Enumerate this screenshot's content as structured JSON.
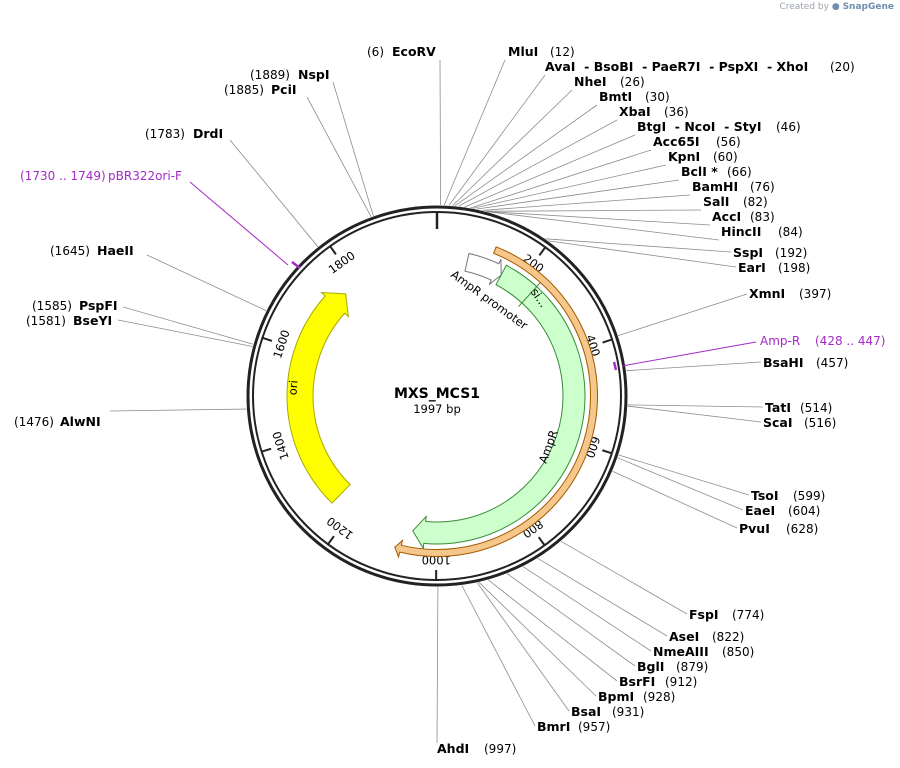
{
  "credit": {
    "prefix": "Created by",
    "brand": "SnapGene"
  },
  "plasmid": {
    "name": "MXS_MCS1",
    "length_label": "1997 bp",
    "length_bp": 1997
  },
  "ticks": [
    "200",
    "400",
    "600",
    "800",
    "1000",
    "1200",
    "1400",
    "1600",
    "1800"
  ],
  "features": [
    {
      "name": "ori",
      "color": "#ffff00",
      "stroke": "#a8a800"
    },
    {
      "name": "AmpR",
      "color": "#ccffcc",
      "stroke": "#3a8a3a"
    },
    {
      "name": "AmpR promoter",
      "color": "#ffffff",
      "stroke": "#777777"
    },
    {
      "name": "si...",
      "color": "#ccffcc",
      "stroke": "#3a8a3a"
    },
    {
      "name": "ORF",
      "color": "#f5c78a",
      "stroke": "#a55a00"
    }
  ],
  "primers": [
    {
      "name": "pBR322ori-F",
      "range": "(1730 .. 1749)",
      "color": "#a52ac7"
    },
    {
      "name": "Amp-R",
      "range": "(428 .. 447)",
      "color": "#a52ac7"
    }
  ],
  "sites_right": [
    {
      "name": "MluI",
      "pos": "(12)"
    },
    {
      "name": "AvaI  - BsoBI  - PaeR7I  - PspXI  - XhoI",
      "pos": "(20)"
    },
    {
      "name": "NheI",
      "pos": "(26)"
    },
    {
      "name": "BmtI",
      "pos": "(30)"
    },
    {
      "name": "XbaI",
      "pos": "(36)"
    },
    {
      "name": "BtgI  - NcoI  - StyI",
      "pos": "(46)"
    },
    {
      "name": "Acc65I",
      "pos": "(56)"
    },
    {
      "name": "KpnI",
      "pos": "(60)"
    },
    {
      "name": "BclI *",
      "pos": "(66)"
    },
    {
      "name": "BamHI",
      "pos": "(76)"
    },
    {
      "name": "SalI",
      "pos": "(82)"
    },
    {
      "name": "AccI",
      "pos": "(83)"
    },
    {
      "name": "HincII",
      "pos": "(84)"
    },
    {
      "name": "SspI",
      "pos": "(192)"
    },
    {
      "name": "EarI",
      "pos": "(198)"
    },
    {
      "name": "XmnI",
      "pos": "(397)"
    },
    {
      "name": "BsaHI",
      "pos": "(457)"
    },
    {
      "name": "TatI",
      "pos": "(514)"
    },
    {
      "name": "ScaI",
      "pos": "(516)"
    },
    {
      "name": "TsoI",
      "pos": "(599)"
    },
    {
      "name": "EaeI",
      "pos": "(604)"
    },
    {
      "name": "PvuI",
      "pos": "(628)"
    },
    {
      "name": "FspI",
      "pos": "(774)"
    },
    {
      "name": "AseI",
      "pos": "(822)"
    },
    {
      "name": "NmeAIII",
      "pos": "(850)"
    },
    {
      "name": "BglI",
      "pos": "(879)"
    },
    {
      "name": "BsrFI",
      "pos": "(912)"
    },
    {
      "name": "BpmI",
      "pos": "(928)"
    },
    {
      "name": "BsaI",
      "pos": "(931)"
    },
    {
      "name": "BmrI",
      "pos": "(957)"
    },
    {
      "name": "AhdI",
      "pos": "(997)"
    }
  ],
  "sites_left": [
    {
      "name": "EcoRV",
      "pos": "(6)"
    },
    {
      "name": "NspI",
      "pos": "(1889)"
    },
    {
      "name": "PciI",
      "pos": "(1885)"
    },
    {
      "name": "DrdI",
      "pos": "(1783)"
    },
    {
      "name": "HaeII",
      "pos": "(1645)"
    },
    {
      "name": "PspFI",
      "pos": "(1585)"
    },
    {
      "name": "BseYI",
      "pos": "(1581)"
    },
    {
      "name": "AlwNI",
      "pos": "(1476)"
    }
  ]
}
